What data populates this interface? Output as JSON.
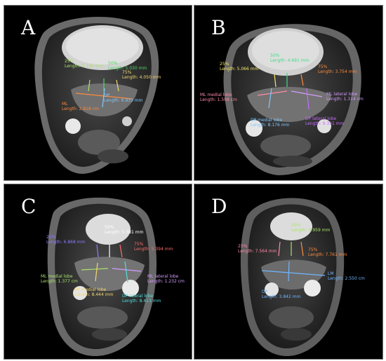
{
  "panels": [
    {
      "letter": "A",
      "labels": [
        {
          "name": "25%",
          "length": "Length: 5.145 mm",
          "color": "#a8e36a"
        },
        {
          "name": "50%",
          "length": "Length: 5.030 mm",
          "color": "#4cd964"
        },
        {
          "name": "75%",
          "length": "Length: 4.050 mm",
          "color": "#f5d76e"
        },
        {
          "name": "ML",
          "length": "Length: 2.818 cm",
          "color": "#ff8a3d"
        },
        {
          "name": "DP",
          "length": "Length: 6.933 mm",
          "color": "#7ec8ff"
        }
      ]
    },
    {
      "letter": "B",
      "labels": [
        {
          "name": "25%",
          "length": "Length: 5.066 mm",
          "color": "#f5e663"
        },
        {
          "name": "50%",
          "length": "Length: 4.691 mm",
          "color": "#3ddc84"
        },
        {
          "name": "75%",
          "length": "Length: 3.754 mm",
          "color": "#ff8a3d"
        },
        {
          "name": "ML medial lobe",
          "length": "Length: 1.598 cm",
          "color": "#ff8aa8"
        },
        {
          "name": "ML lateral lobe",
          "length": "Length: 1.314 cm",
          "color": "#d59cff"
        },
        {
          "name": "DP medial lobe",
          "length": "Length: 8.176 mm",
          "color": "#7ec8ff"
        },
        {
          "name": "DP lateral lobe",
          "length": "Length: 9.331 mm",
          "color": "#c66cff"
        }
      ]
    },
    {
      "letter": "C",
      "labels": [
        {
          "name": "25%",
          "length": "Length: 6.868 mm",
          "color": "#8a7cff"
        },
        {
          "name": "50%",
          "length": "Length: 5.381 mm",
          "color": "#ffffff"
        },
        {
          "name": "75%",
          "length": "Length: 5.394 mm",
          "color": "#ff6b6b"
        },
        {
          "name": "ML medial lobe",
          "length": "Length: 1.377 cm",
          "color": "#a8e36a"
        },
        {
          "name": "ML lateral lobe",
          "length": "Length: 1.232 cm",
          "color": "#d59cff"
        },
        {
          "name": "DP medial lobe",
          "length": "Length: 8.444 mm",
          "color": "#f5d76e"
        },
        {
          "name": "DP lateral lobe",
          "length": "Length: 8.413 mm",
          "color": "#4fe0e0"
        }
      ]
    },
    {
      "letter": "D",
      "labels": [
        {
          "name": "25%",
          "length": "Length: 7.564 mm",
          "color": "#ff8aa8"
        },
        {
          "name": "50%",
          "length": "Length: 6.959 mm",
          "color": "#a8e36a"
        },
        {
          "name": "75%",
          "length": "Length: 7.761 mm",
          "color": "#ff8a3d"
        },
        {
          "name": "LM",
          "length": "Length: 2.550 cm",
          "color": "#6fb6ff"
        },
        {
          "name": "DP",
          "length": "Length: 3.842 mm",
          "color": "#6fb6ff"
        }
      ]
    }
  ]
}
